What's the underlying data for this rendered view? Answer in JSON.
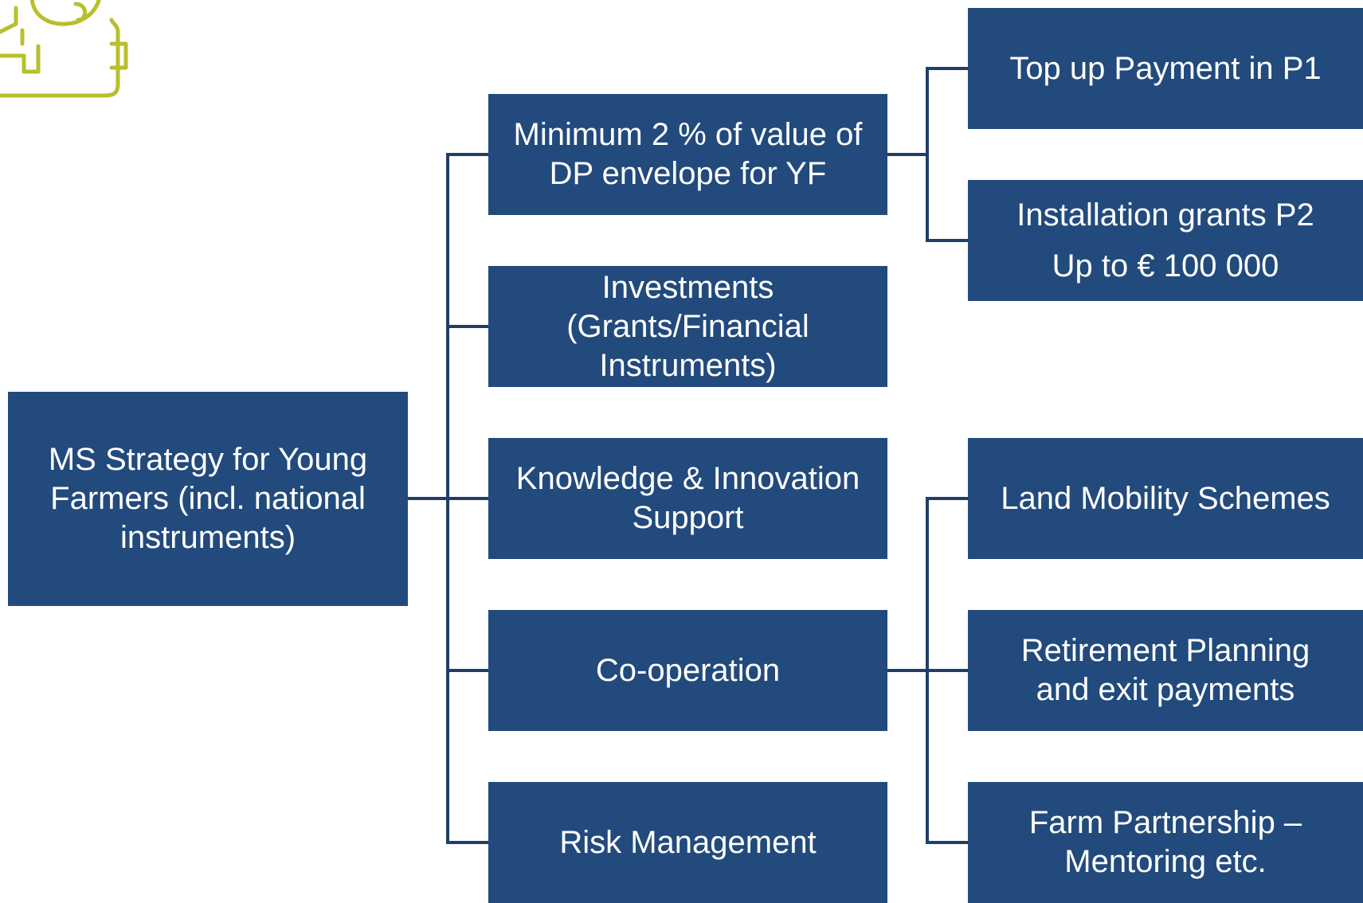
{
  "colors": {
    "box_fill": "#224a7c",
    "box_text": "#ffffff",
    "connector": "#1f3f66",
    "logo_accent": "#b8bf2c"
  },
  "logo": {
    "icon": "farmer-icon"
  },
  "root": {
    "label": "MS Strategy for Young\nFarmers (incl. national\ninstruments)"
  },
  "middle": [
    {
      "label": "Minimum 2 % of value of\nDP envelope for YF"
    },
    {
      "label": "Investments\n(Grants/Financial\nInstruments)"
    },
    {
      "label": "Knowledge & Innovation\nSupport"
    },
    {
      "label": "Co-operation"
    },
    {
      "label": "Risk Management"
    }
  ],
  "right_dp": [
    {
      "label": "Top up Payment in P1"
    },
    {
      "label": "Installation grants P2\nUp to € 100 000"
    }
  ],
  "right_coop": [
    {
      "label": "Land Mobility Schemes"
    },
    {
      "label": "Retirement Planning\nand exit payments"
    },
    {
      "label": "Farm Partnership –\nMentoring etc."
    }
  ]
}
